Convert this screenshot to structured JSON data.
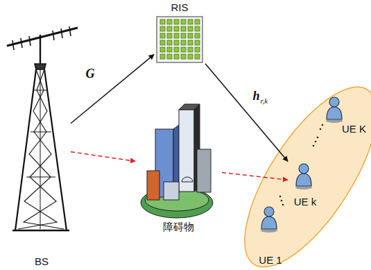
{
  "diagram": {
    "nodes": [
      {
        "text": [
          "RIS"
        ]
      },
      {
        "text": [
          "BS"
        ]
      },
      {
        "text": [
          "障碍物"
        ]
      },
      {
        "text": [
          "UE K"
        ]
      },
      {
        "text": [
          "UE k"
        ]
      },
      {
        "text": [
          "UE 1"
        ]
      }
    ],
    "edges": [
      {
        "from": 1,
        "to": 0,
        "arrow": "to",
        "label": "G"
      },
      {
        "from": 0,
        "to": 4,
        "arrow": "to",
        "label": "h"
      },
      {
        "from": 1,
        "to": 2,
        "arrow": "to"
      },
      {
        "from": 2,
        "to": 4,
        "arrow": "to"
      }
    ],
    "labels": [
      "r,k"
    ]
  }
}
